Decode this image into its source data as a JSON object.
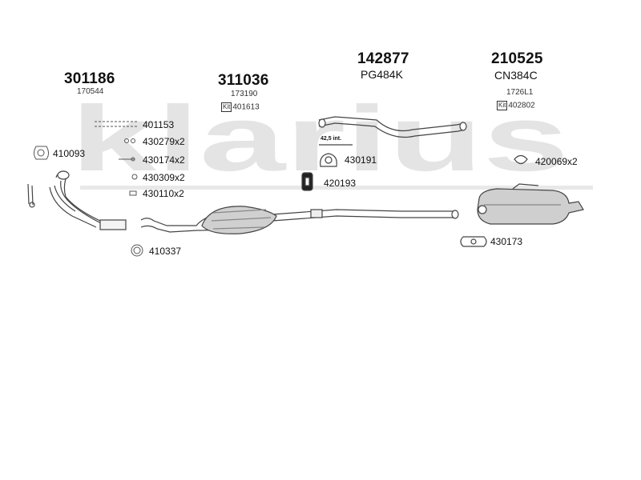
{
  "watermark": {
    "text": "klarius",
    "color": "#e3e3e3"
  },
  "components": [
    {
      "number": "301186",
      "sub": "170544"
    },
    {
      "number": "311036",
      "sub": "173190",
      "kit_label": "Kit",
      "kit_number": "401613"
    },
    {
      "number": "142877",
      "code": "PG484K",
      "note": "42,5 int."
    },
    {
      "number": "210525",
      "code": "CN384C",
      "sub": "1726L1",
      "kit_label": "Kit",
      "kit_number": "402802"
    }
  ],
  "parts": [
    "410093",
    "401153",
    "430279x2",
    "430174x2",
    "430309x2",
    "430110x2",
    "410337",
    "430191",
    "420193",
    "420069x2",
    "430173"
  ]
}
